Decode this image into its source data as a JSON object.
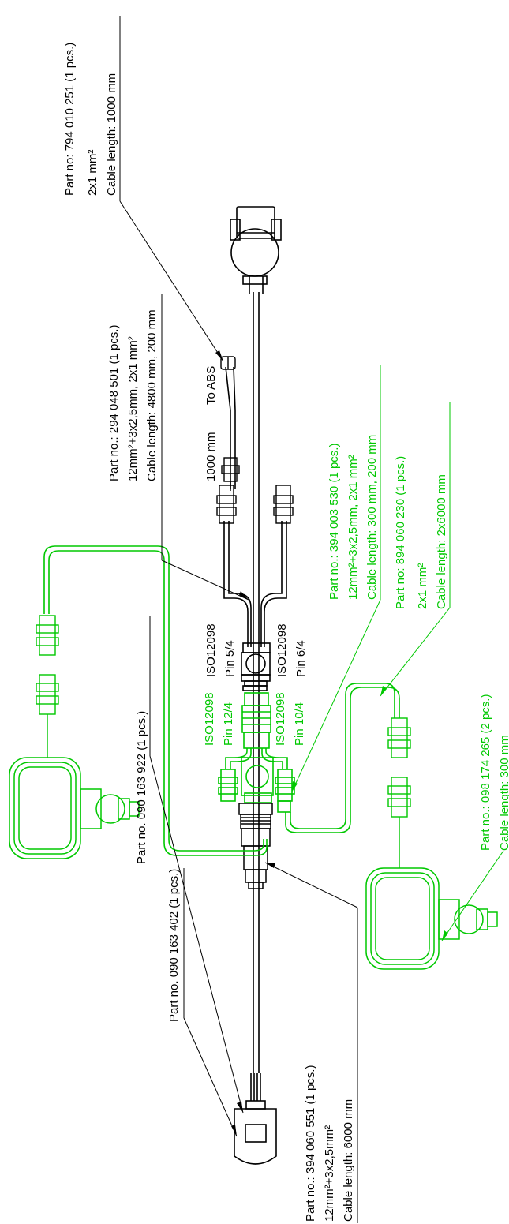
{
  "colors": {
    "ink": "#000000",
    "accent_green": "#00c800"
  },
  "labels": {
    "abs_cable": {
      "part": "Part no: 794 010 251 (1 pcs.)",
      "size": "2x1 mm²",
      "length": "Cable length: 1000 mm"
    },
    "main_harness": {
      "part": "Part no.: 294 048 501 (1 pcs.)",
      "size": "12mm²+3x2,5mm, 2x1 mm²",
      "length": "Cable length: 4800 mm, 200 mm"
    },
    "abs_tags": {
      "length": "1000 mm",
      "to": "To ABS"
    },
    "iso_pin_5": {
      "std": "ISO12098",
      "pin": "Pin 5/4"
    },
    "iso_pin_6": {
      "std": "ISO12098",
      "pin": "Pin 6/4"
    },
    "iso_pin_12": {
      "std": "ISO12098",
      "pin": "Pin 12/4"
    },
    "iso_pin_10": {
      "std": "ISO12098",
      "pin": "Pin 10/4"
    },
    "green_harness": {
      "part": "Part no.: 394 003 530 (1 pcs.)",
      "size": "12mm²+3x2,5mm, 2x1 mm²",
      "length": "Cable length: 300 mm, 200 mm"
    },
    "green_cable": {
      "part": "Part no: 894 060 230 (1 pcs.)",
      "size": "2x1 mm²",
      "length": "Cable length: 2x6000 mm"
    },
    "green_lamp": {
      "part": "Part no.: 098 174 265 (2 pcs.)",
      "length": "Cable length: 300 mm"
    },
    "rear_part_a": "Part no. 090 163 922 (1 pcs.)",
    "rear_part_b": "Part no. 090 163 402 (1 pcs.)",
    "rear_cable": {
      "part": "Part no.: 394 060 551 (1 pcs.)",
      "size": "12mm²+3x2,5mm²",
      "length": "Cable length: 6000 mm"
    }
  }
}
